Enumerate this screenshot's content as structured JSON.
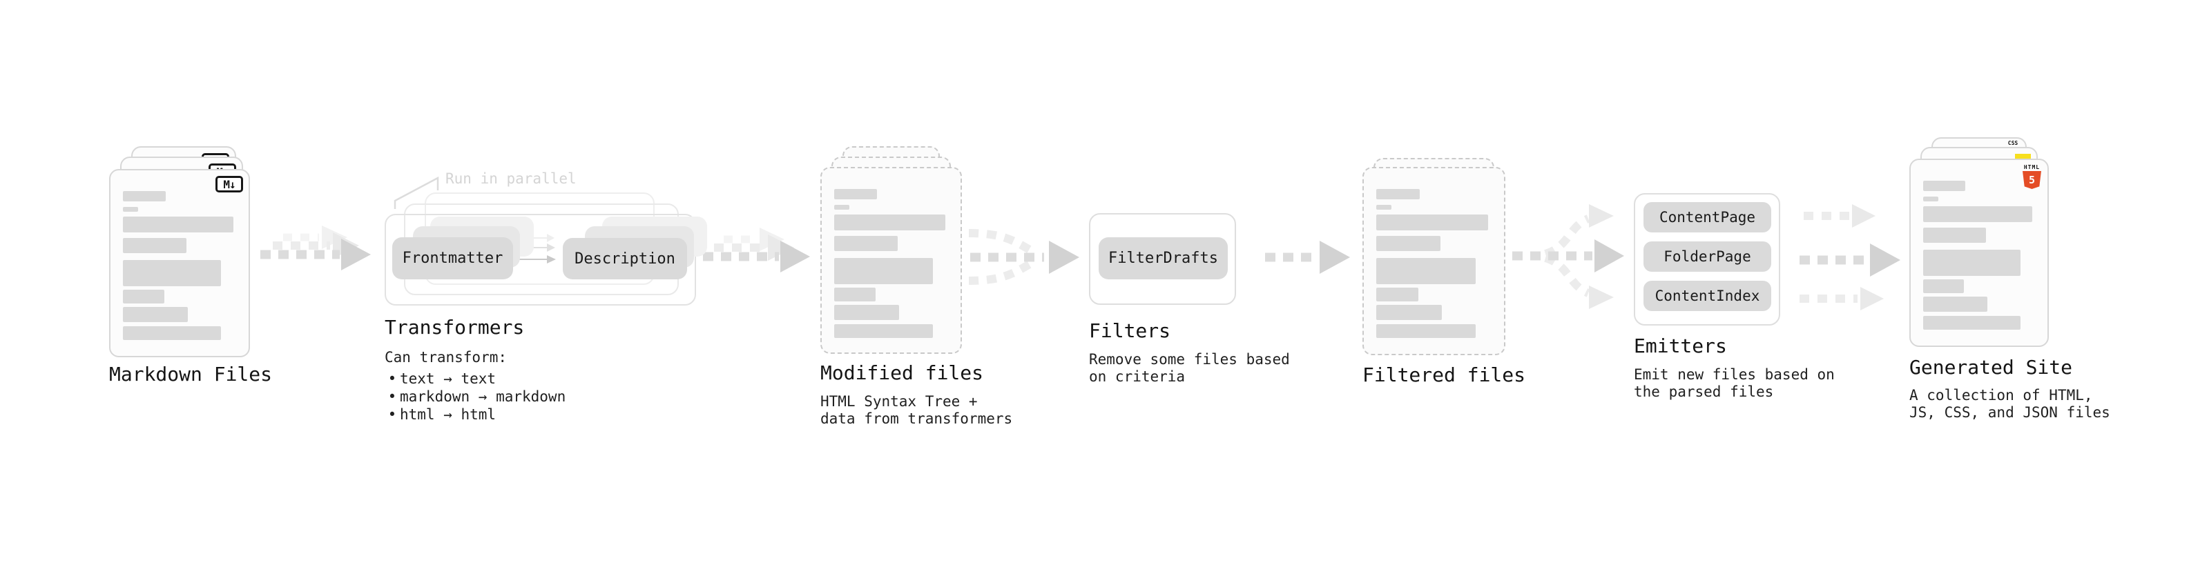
{
  "groups": {
    "markdown_files": {
      "label": "Markdown Files",
      "icon_text": "M↓"
    },
    "transformers": {
      "label": "Transformers",
      "annotation": "Run in parallel",
      "box1": "Frontmatter",
      "box2": "Description",
      "caption_title": "Can transform:",
      "bullet_char": "•",
      "bullets": [
        "text → text",
        "markdown → markdown",
        "html → html"
      ]
    },
    "modified_files": {
      "label": "Modified files",
      "caption": "HTML Syntax Tree +\ndata from transformers"
    },
    "filters": {
      "label": "Filters",
      "box1": "FilterDrafts",
      "caption": "Remove some files based\non criteria"
    },
    "filtered_files": {
      "label": "Filtered files"
    },
    "emitters": {
      "label": "Emitters",
      "box1": "ContentPage",
      "box2": "FolderPage",
      "box3": "ContentIndex",
      "caption": "Emit new files based on\nthe parsed files"
    },
    "generated_site": {
      "label": "Generated Site",
      "caption": "A collection of HTML,\nJS, CSS, and JSON files",
      "html5_icon": {
        "word": "HTML",
        "numeral": "5",
        "color": "#e44d26"
      },
      "css_icon": {
        "word": "CSS",
        "color": "#2862e9"
      },
      "js_icon": {
        "color": "#f7df1e"
      }
    }
  }
}
